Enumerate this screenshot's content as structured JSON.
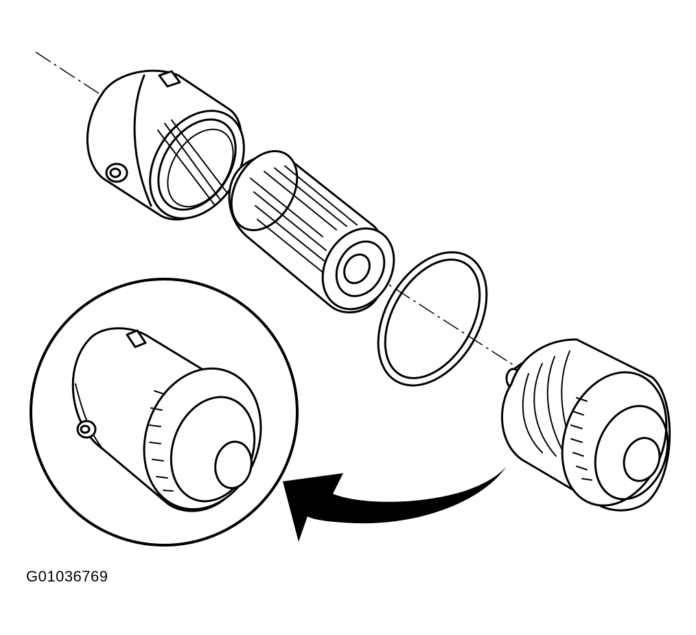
{
  "figure": {
    "id_label": "G01036769"
  },
  "colors": {
    "ink": "#000000",
    "paper": "#ffffff"
  },
  "parts": [
    {
      "name": "filter-housing-cap-left"
    },
    {
      "name": "filter-element"
    },
    {
      "name": "o-ring-seal"
    },
    {
      "name": "filter-housing-cap-right"
    },
    {
      "name": "detail-inset"
    },
    {
      "name": "direction-arrow"
    }
  ]
}
